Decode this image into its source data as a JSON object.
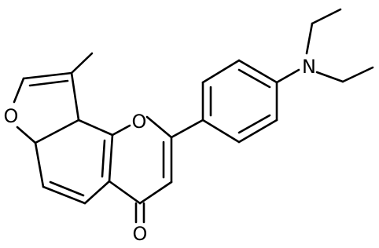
{
  "colors": {
    "bond": "#000000",
    "background": "#ffffff"
  },
  "atoms": {
    "o_furan": "O",
    "o_pyran": "O",
    "o_carbonyl": "O",
    "n_amine": "N"
  }
}
